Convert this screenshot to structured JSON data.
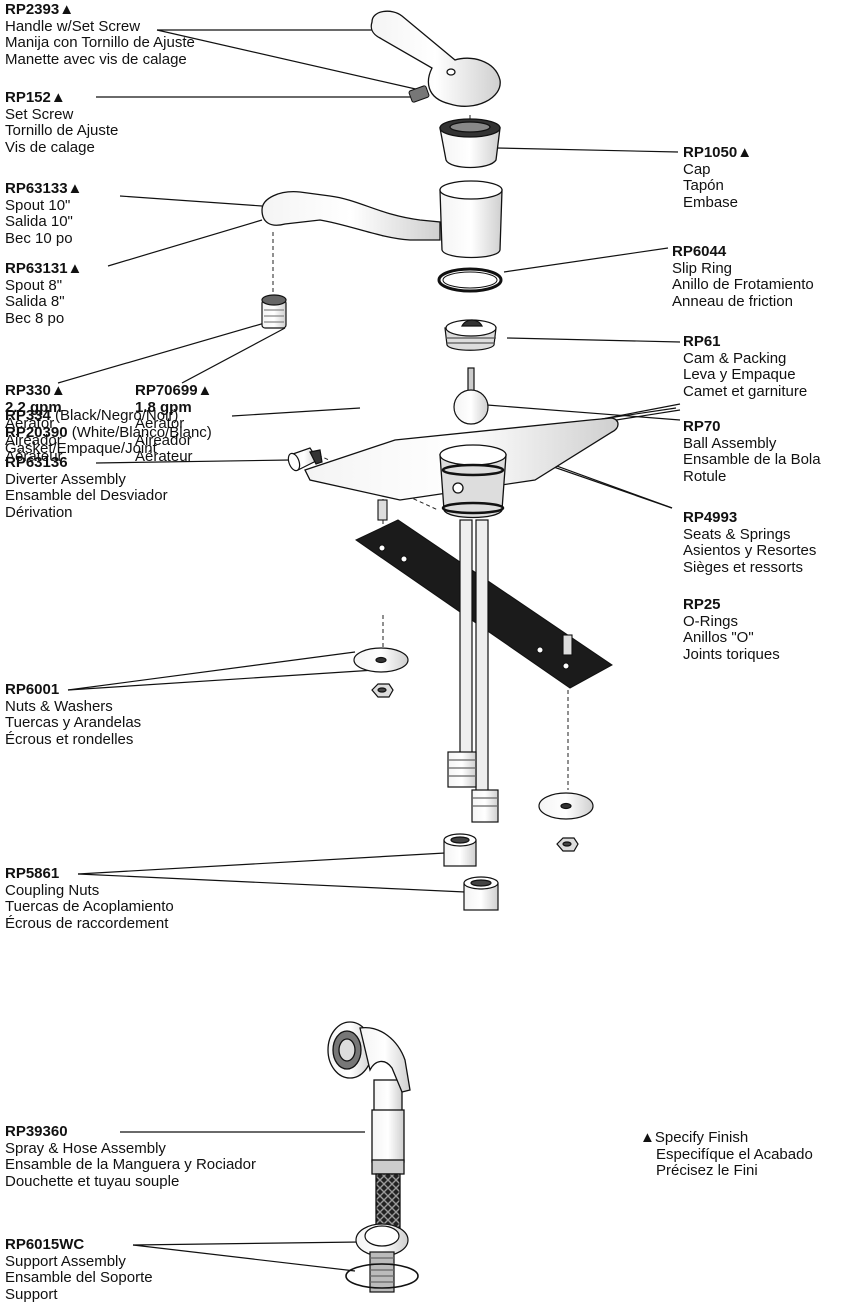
{
  "parts": [
    {
      "id": "handle",
      "part_number": "RP2393▲",
      "lines": [
        "Handle w/Set Screw",
        "Manija con Tornillo de Ajuste",
        "Manette avec vis de calage"
      ]
    },
    {
      "id": "set-screw",
      "part_number": "RP152▲",
      "lines": [
        "Set Screw",
        "Tornillo de Ajuste",
        "Vis de calage"
      ]
    },
    {
      "id": "spout-10",
      "part_number": "RP63133▲",
      "lines": [
        "Spout 10\"",
        "Salida 10\"",
        "Bec 10 po"
      ]
    },
    {
      "id": "spout-8",
      "part_number": "RP63131▲",
      "lines": [
        "Spout 8\"",
        "Salida 8\"",
        "Bec 8 po"
      ]
    },
    {
      "id": "aerator-22",
      "part_number": "RP330▲",
      "flow": "2.2 gpm",
      "lines": [
        "Aerator",
        "Aireador",
        "Aérateur"
      ]
    },
    {
      "id": "aerator-18",
      "part_number": "RP70699▲",
      "flow": "1.8 gpm",
      "lines": [
        "Aerator",
        "Aireador",
        "Aérateur"
      ]
    },
    {
      "id": "diverter",
      "part_number": "RP63136",
      "lines": [
        "Diverter Assembly",
        "Ensamble del Desviador",
        "Dérivation"
      ]
    },
    {
      "id": "gasket",
      "part_number": "RP334",
      "part_number_note": "(Black/Negro/Noir)",
      "part_number_2": "RP20390",
      "part_number_2_note": "(White/Blanco/Blanc)",
      "lines": [
        "Gasket/Empaque/Joint"
      ]
    },
    {
      "id": "nuts-washers",
      "part_number": "RP6001",
      "lines": [
        "Nuts & Washers",
        "Tuercas y Arandelas",
        "Écrous et rondelles"
      ]
    },
    {
      "id": "coupling-nuts",
      "part_number": "RP5861",
      "lines": [
        "Coupling Nuts",
        "Tuercas de Acoplamiento",
        "Écrous de raccordement"
      ]
    },
    {
      "id": "spray-hose",
      "part_number": "RP39360",
      "lines": [
        "Spray & Hose Assembly",
        "Ensamble de la Manguera y Rociador",
        "Douchette et tuyau souple"
      ]
    },
    {
      "id": "support",
      "part_number": "RP6015WC",
      "lines": [
        "Support Assembly",
        "Ensamble del Soporte",
        "Support"
      ]
    },
    {
      "id": "cap",
      "part_number": "RP1050▲",
      "lines": [
        "Cap",
        "Tapón",
        "Embase"
      ]
    },
    {
      "id": "slip-ring",
      "part_number": "RP6044",
      "lines": [
        "Slip Ring",
        "Anillo de Frotamiento",
        "Anneau de friction"
      ]
    },
    {
      "id": "cam-packing",
      "part_number": "RP61",
      "lines": [
        "Cam & Packing",
        "Leva y Empaque",
        "Camet et garniture"
      ]
    },
    {
      "id": "ball",
      "part_number": "RP70",
      "lines": [
        "Ball Assembly",
        "Ensamble de la Bola",
        "Rotule"
      ]
    },
    {
      "id": "seats-springs",
      "part_number": "RP4993",
      "lines": [
        "Seats & Springs",
        "Asientos y Resortes",
        "Sièges et ressorts"
      ]
    },
    {
      "id": "o-rings",
      "part_number": "RP25",
      "lines": [
        "O-Rings",
        "Anillos \"O\"",
        "Joints toriques"
      ]
    }
  ],
  "finish_note": {
    "lines": [
      "▲Specify Finish",
      "Especifíque el Acabado",
      "Précisez le Fini"
    ]
  }
}
